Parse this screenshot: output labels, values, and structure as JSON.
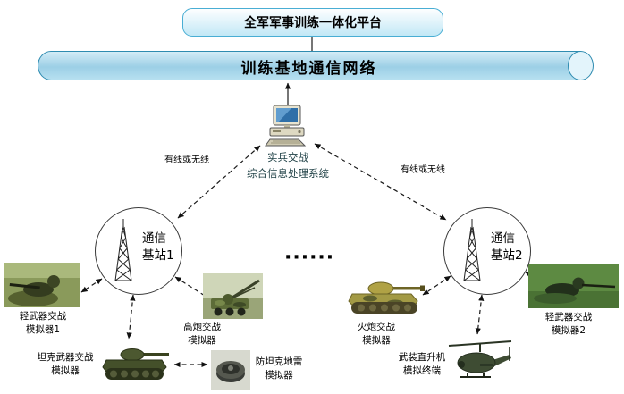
{
  "diagram": {
    "platform": {
      "label": "全军军事训练一体化平台"
    },
    "network": {
      "label": "训练基地通信网络"
    },
    "processor": {
      "label": "实兵交战\n综合信息处理系统",
      "icon": "desktop-computer-icon"
    },
    "links": {
      "left_label": "有线或无线",
      "right_label": "有线或无线"
    },
    "stations": [
      {
        "label": "通信\n基站1",
        "icon": "antenna-tower-icon"
      },
      {
        "label": "通信\n基站2",
        "icon": "antenna-tower-icon"
      }
    ],
    "ellipsis": "······",
    "simulators": [
      {
        "id": "light-weapon-sim-1",
        "label": "轻武器交战\n模拟器1",
        "icon": "soldier-photo"
      },
      {
        "id": "tank-weapon-sim",
        "label": "坦克武器交战\n模拟器",
        "icon": "tank-photo"
      },
      {
        "id": "aa-gun-sim",
        "label": "高炮交战\n模拟器",
        "icon": "anti-aircraft-gun-photo"
      },
      {
        "id": "antitank-mine-sim",
        "label": "防坦克地雷\n模拟器",
        "icon": "mine-photo"
      },
      {
        "id": "artillery-sim",
        "label": "火炮交战\n模拟器",
        "icon": "artillery-photo"
      },
      {
        "id": "helicopter-terminal",
        "label": "武装直升机\n模拟终端",
        "icon": "attack-helicopter-photo"
      },
      {
        "id": "light-weapon-sim-2",
        "label": "轻武器交战\n模拟器2",
        "icon": "soldier-photo"
      }
    ],
    "colors": {
      "platform_border": "#49aed4",
      "platform_fill": "#c2e8f6",
      "pipe_border": "#2e8bb0",
      "pipe_fill": "#9ccfe6",
      "connector": "#1a1a1a",
      "processor_text": "#1d3f44"
    }
  }
}
